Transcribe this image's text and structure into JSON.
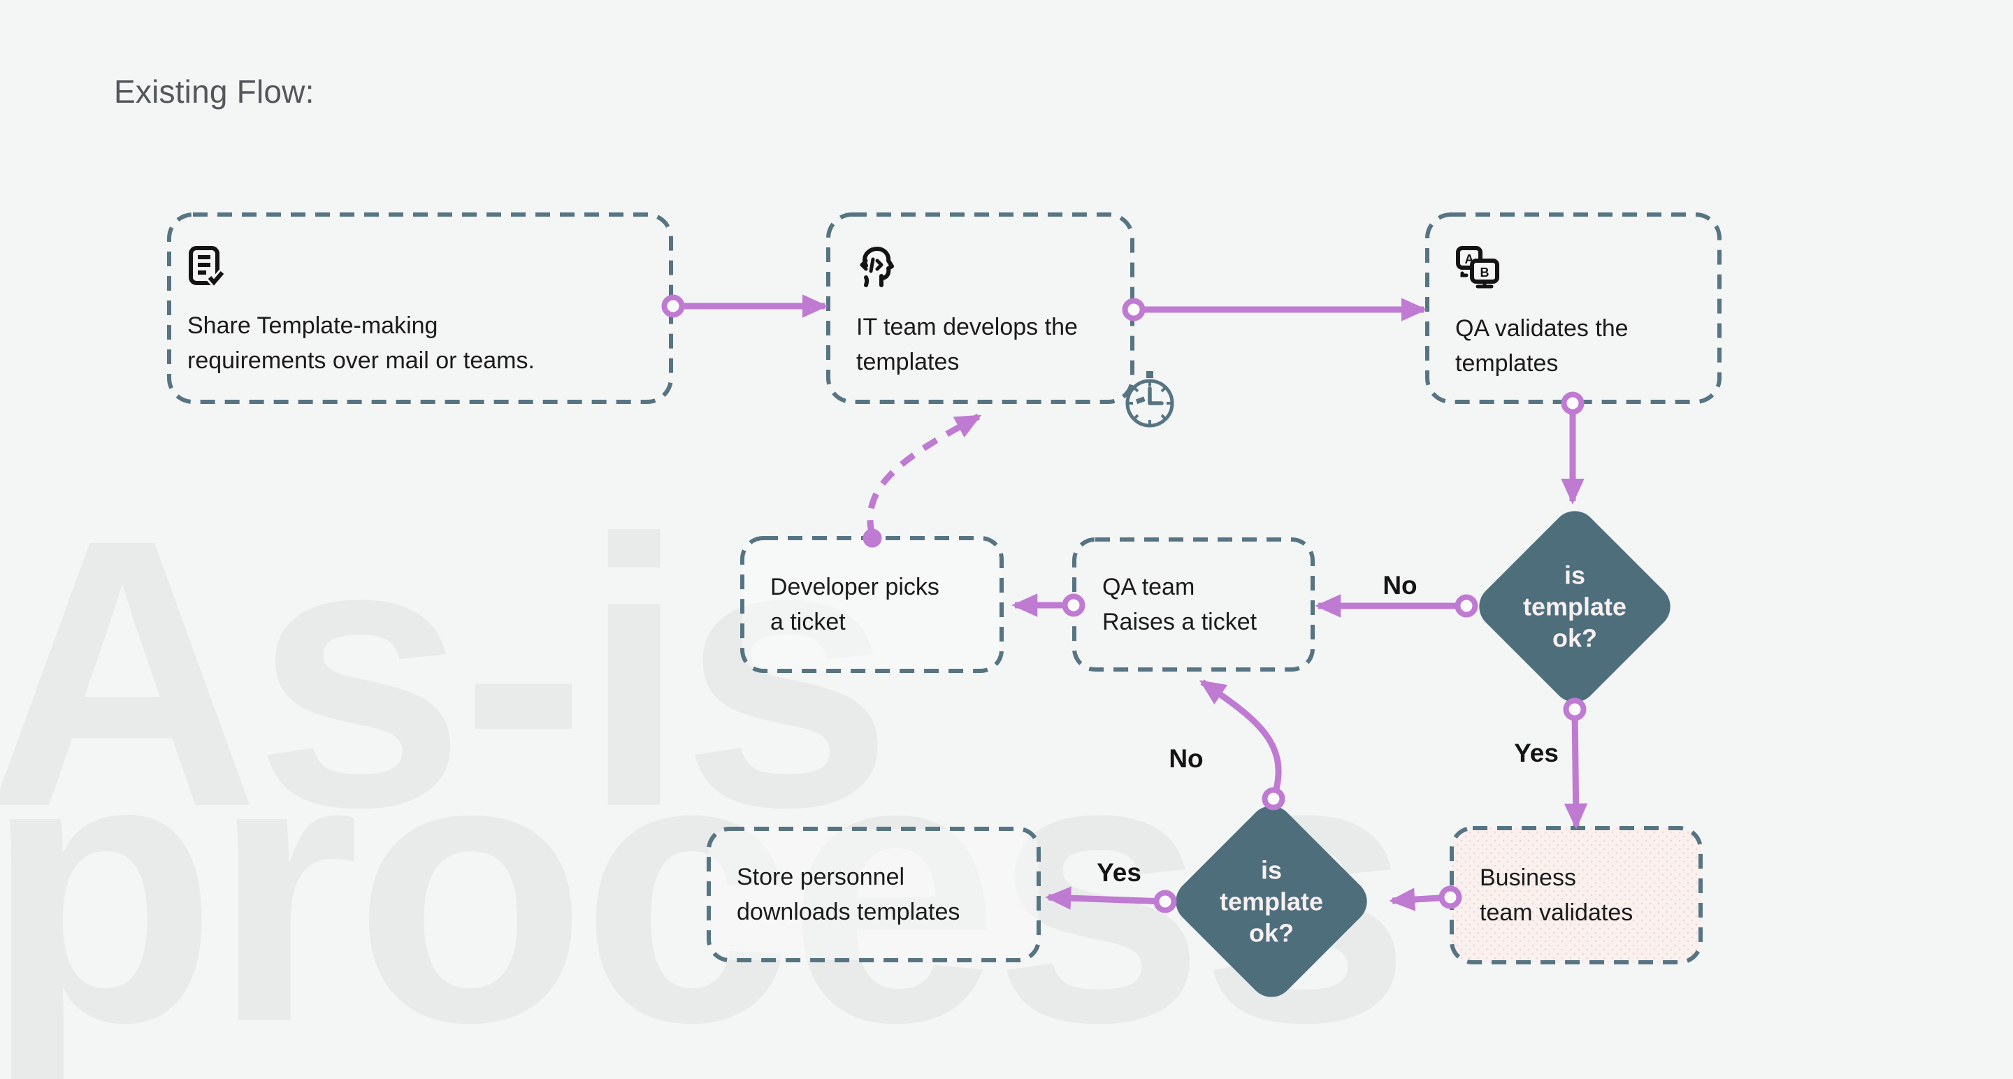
{
  "page": {
    "title": "Existing Flow:"
  },
  "watermark": {
    "line1": "As-is",
    "line2": "process"
  },
  "colors": {
    "background": "#f4f5f5",
    "accent_purple": "#bf7ad2",
    "dash_teal": "#567482",
    "diamond_fill": "#4e6e7c",
    "diamond_text": "#f8f0f1",
    "node_text": "#1b1b1b",
    "title_gray": "#53575a",
    "watermark_gray": "#e9ebeb",
    "business_fill": "#faf1ef"
  },
  "nodes": {
    "share": {
      "icon": "document-check-icon",
      "lines": [
        "Share Template-making",
        "requirements over mail or teams."
      ]
    },
    "develop": {
      "icon": "head-code-icon",
      "badge_icon": "clock-icon",
      "lines": [
        "IT team develops the",
        "templates"
      ]
    },
    "qa_validate": {
      "icon": "ab-test-icon",
      "lines": [
        "QA validates the",
        "templates"
      ]
    },
    "developer_picks": {
      "lines": [
        "Developer picks",
        "a ticket"
      ]
    },
    "qa_raises": {
      "lines": [
        "QA team",
        "Raises a ticket"
      ]
    },
    "decision_1": {
      "lines": [
        "is",
        "template",
        "ok?"
      ]
    },
    "business": {
      "lines": [
        "Business",
        "team validates"
      ]
    },
    "decision_2": {
      "lines": [
        "is",
        "template",
        "ok?"
      ]
    },
    "store": {
      "lines": [
        "Store personnel",
        "downloads templates"
      ]
    }
  },
  "edge_labels": {
    "no_1": "No",
    "yes_1": "Yes",
    "no_2": "No",
    "yes_2": "Yes"
  }
}
